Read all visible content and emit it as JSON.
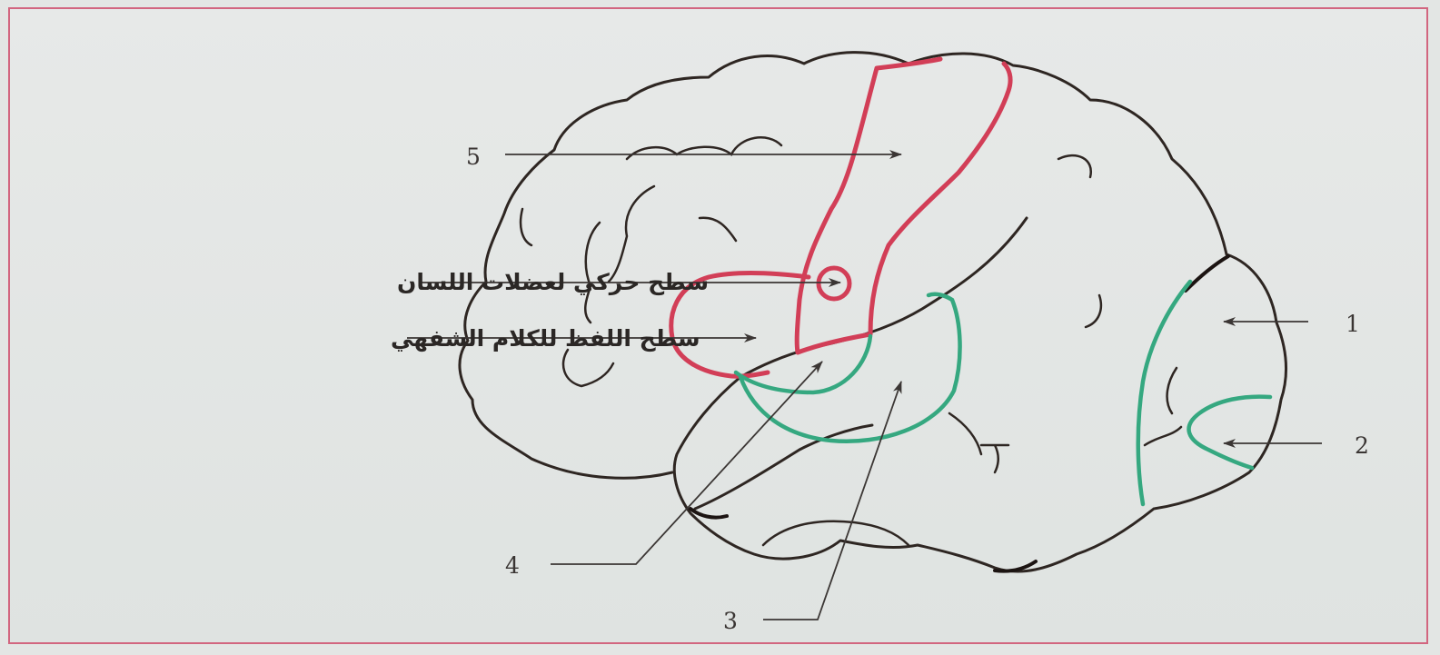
{
  "diagram": {
    "labels": {
      "n1": "1",
      "n2": "2",
      "n3": "3",
      "n4": "4",
      "n5": "5",
      "tongue_motor_area": "سطح حركي لعضلات اللسان",
      "speech_articulation_area": "سطح اللفظ للكلام الشفهي"
    },
    "colors": {
      "outline": "#2e2622",
      "motor_regions": "#d23e57",
      "sensory_regions": "#35a880",
      "arrows": "#3b3634",
      "border": "#d2667f"
    }
  }
}
